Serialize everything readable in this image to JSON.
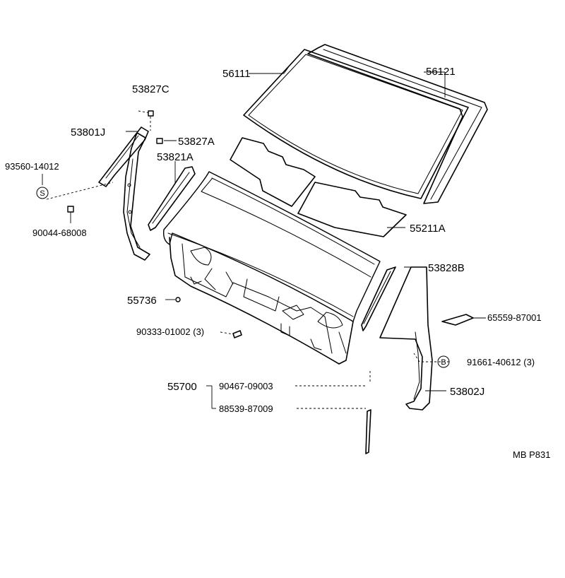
{
  "labels": {
    "p56111": "56111",
    "p56121": "56121",
    "p53827C": "53827C",
    "p53801J": "53801J",
    "p53827A": "53827A",
    "p53821A": "53821A",
    "p93560": "93560-14012",
    "p90044": "90044-68008",
    "p55211A": "55211A",
    "p53828B": "53828B",
    "p55736": "55736",
    "p65559": "65559-87001",
    "p90333": "90333-01002 (3)",
    "p91661": "91661-40612 (3)",
    "p55700": "55700",
    "p90467": "90467-09003",
    "p88539": "88539-87009",
    "p53802J": "53802J",
    "code": "MB P831"
  },
  "symbols": {
    "s": "S",
    "b": "B"
  },
  "colors": {
    "line": "#000000",
    "background": "#ffffff"
  }
}
